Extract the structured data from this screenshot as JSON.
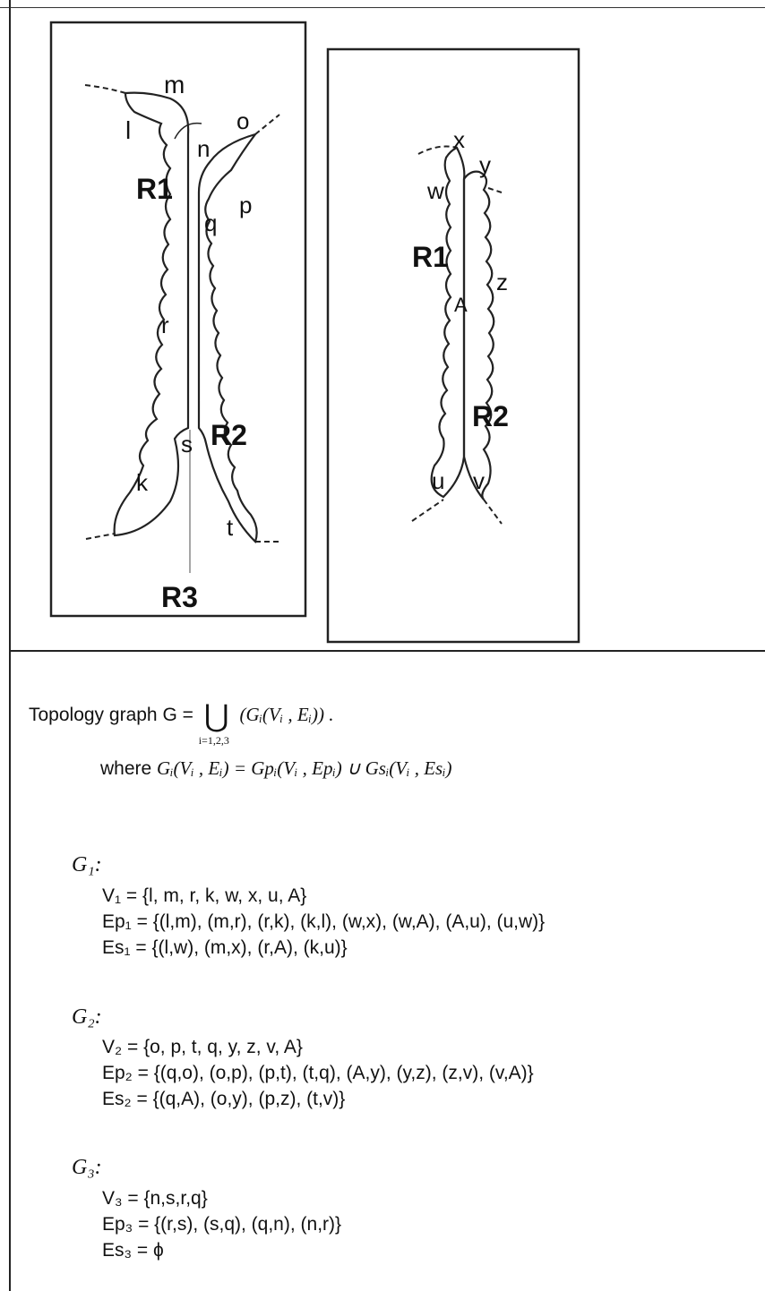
{
  "diagram": {
    "left_panel": {
      "labels": {
        "m": "m",
        "l": "l",
        "n": "n",
        "o": "o",
        "p": "p",
        "q": "q",
        "r": "r",
        "s": "s",
        "k": "k",
        "t": "t",
        "R1": "R1",
        "R2": "R2",
        "R3": "R3"
      }
    },
    "right_panel": {
      "labels": {
        "x": "x",
        "y": "y",
        "w": "w",
        "z": "z",
        "A": "A",
        "u": "u",
        "v": "v",
        "R1": "R1",
        "R2": "R2"
      }
    }
  },
  "text": {
    "topology_prefix": "Topology graph G =",
    "union_symbol": "⋃",
    "union_index": "i=1,2,3",
    "topology_term": "(Gᵢ(Vᵢ , Eᵢ)) .",
    "where_prefix": "where",
    "where_formula": "Gᵢ(Vᵢ , Eᵢ) = Gpᵢ(Vᵢ , Epᵢ) ∪ Gsᵢ(Vᵢ , Esᵢ)",
    "g1": {
      "name": "G₁:",
      "v": "V₁ = {l, m, r, k, w, x, u, A}",
      "ep": "Ep₁ = {(l,m), (m,r), (r,k), (k,l), (w,x), (w,A), (A,u), (u,w)}",
      "es": "Es₁ = {(l,w), (m,x), (r,A), (k,u)}"
    },
    "g2": {
      "name": "G₂:",
      "v": "V₂ = {o, p, t, q, y, z, v, A}",
      "ep": "Ep₂ = {(q,o), (o,p), (p,t), (t,q), (A,y), (y,z), (z,v), (v,A)}",
      "es": "Es₂ = {(q,A), (o,y), (p,z), (t,v)}"
    },
    "g3": {
      "name": "G₃:",
      "v": "V₃ = {n,s,r,q}",
      "ep": "Ep₃ = {(r,s), (s,q), (q,n), (n,r)}",
      "es": "Es₃ = ϕ"
    }
  }
}
